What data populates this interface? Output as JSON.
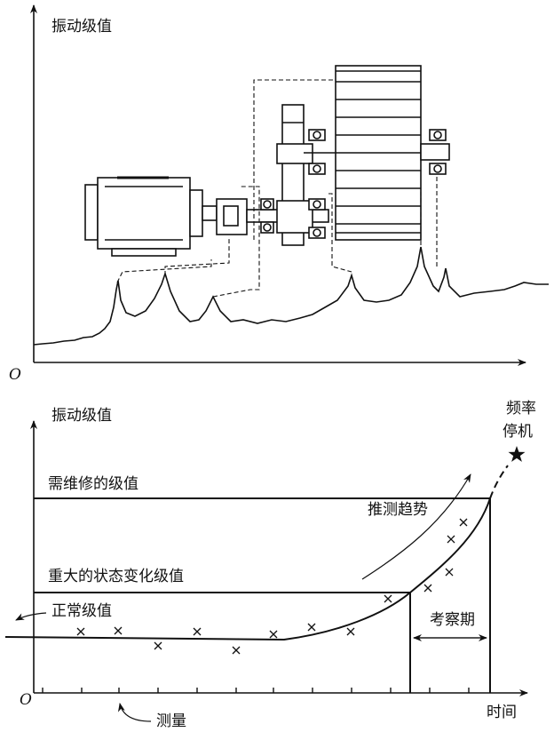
{
  "top": {
    "ylabel": "振动级值",
    "origin": "O"
  },
  "bottom": {
    "ylabel": "振动级值",
    "origin": "O",
    "xlabel": "时间",
    "level_repair": "需维修的级值",
    "level_change": "重大的状态变化级值",
    "level_normal": "正常级值",
    "trend": "推测趋势",
    "observe": "考察期",
    "shutdown": [
      "频率",
      "停机"
    ],
    "measure": "测量"
  }
}
